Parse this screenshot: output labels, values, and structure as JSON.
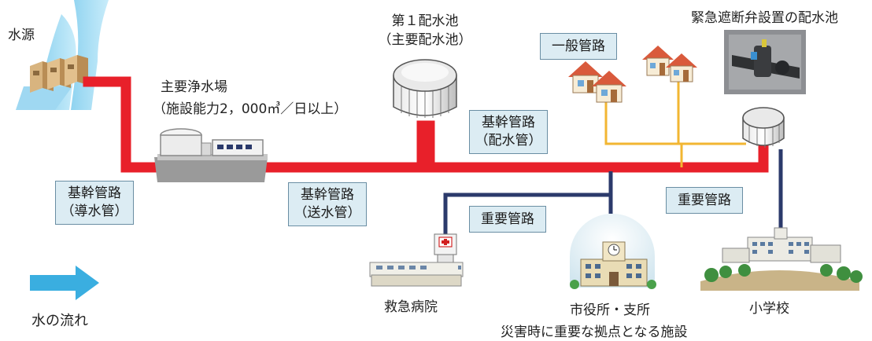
{
  "labels": {
    "water_source": "水源",
    "treatment_plant": "主要浄水場",
    "treatment_capacity": "（施設能力2，000㎥／日以上）",
    "reservoir_line1": "第１配水池",
    "reservoir_line2": "（主要配水池）",
    "emergency_reservoir": "緊急遮断弁設置の配水池",
    "hospital": "救急病院",
    "city_office": "市役所・支所",
    "school": "小学校",
    "flow_legend": "水の流れ",
    "critical_note": "災害時に重要な拠点となる施設"
  },
  "boxes": {
    "trunk_intake": {
      "line1": "基幹管路",
      "line2": "（導水管）"
    },
    "trunk_transmission": {
      "line1": "基幹管路",
      "line2": "（送水管）"
    },
    "trunk_distribution": {
      "line1": "基幹管路",
      "line2": "（配水管）"
    },
    "general_pipe": "一般管路",
    "important_pipe_1": "重要管路",
    "important_pipe_2": "重要管路"
  },
  "colors": {
    "trunk_pipe": "#e8202a",
    "important_pipe": "#2b3a6b",
    "general_pipe": "#f2b632",
    "box_fill": "#dcecf3",
    "box_border": "#6a8ea3",
    "flow_arrow": "#3aaee0"
  },
  "icons": [
    "water-source-illustration",
    "treatment-plant-icon",
    "reservoir-tank-icon",
    "house-icon",
    "valve-photo",
    "hospital-icon",
    "city-office-icon",
    "school-icon",
    "flow-arrow-icon"
  ]
}
